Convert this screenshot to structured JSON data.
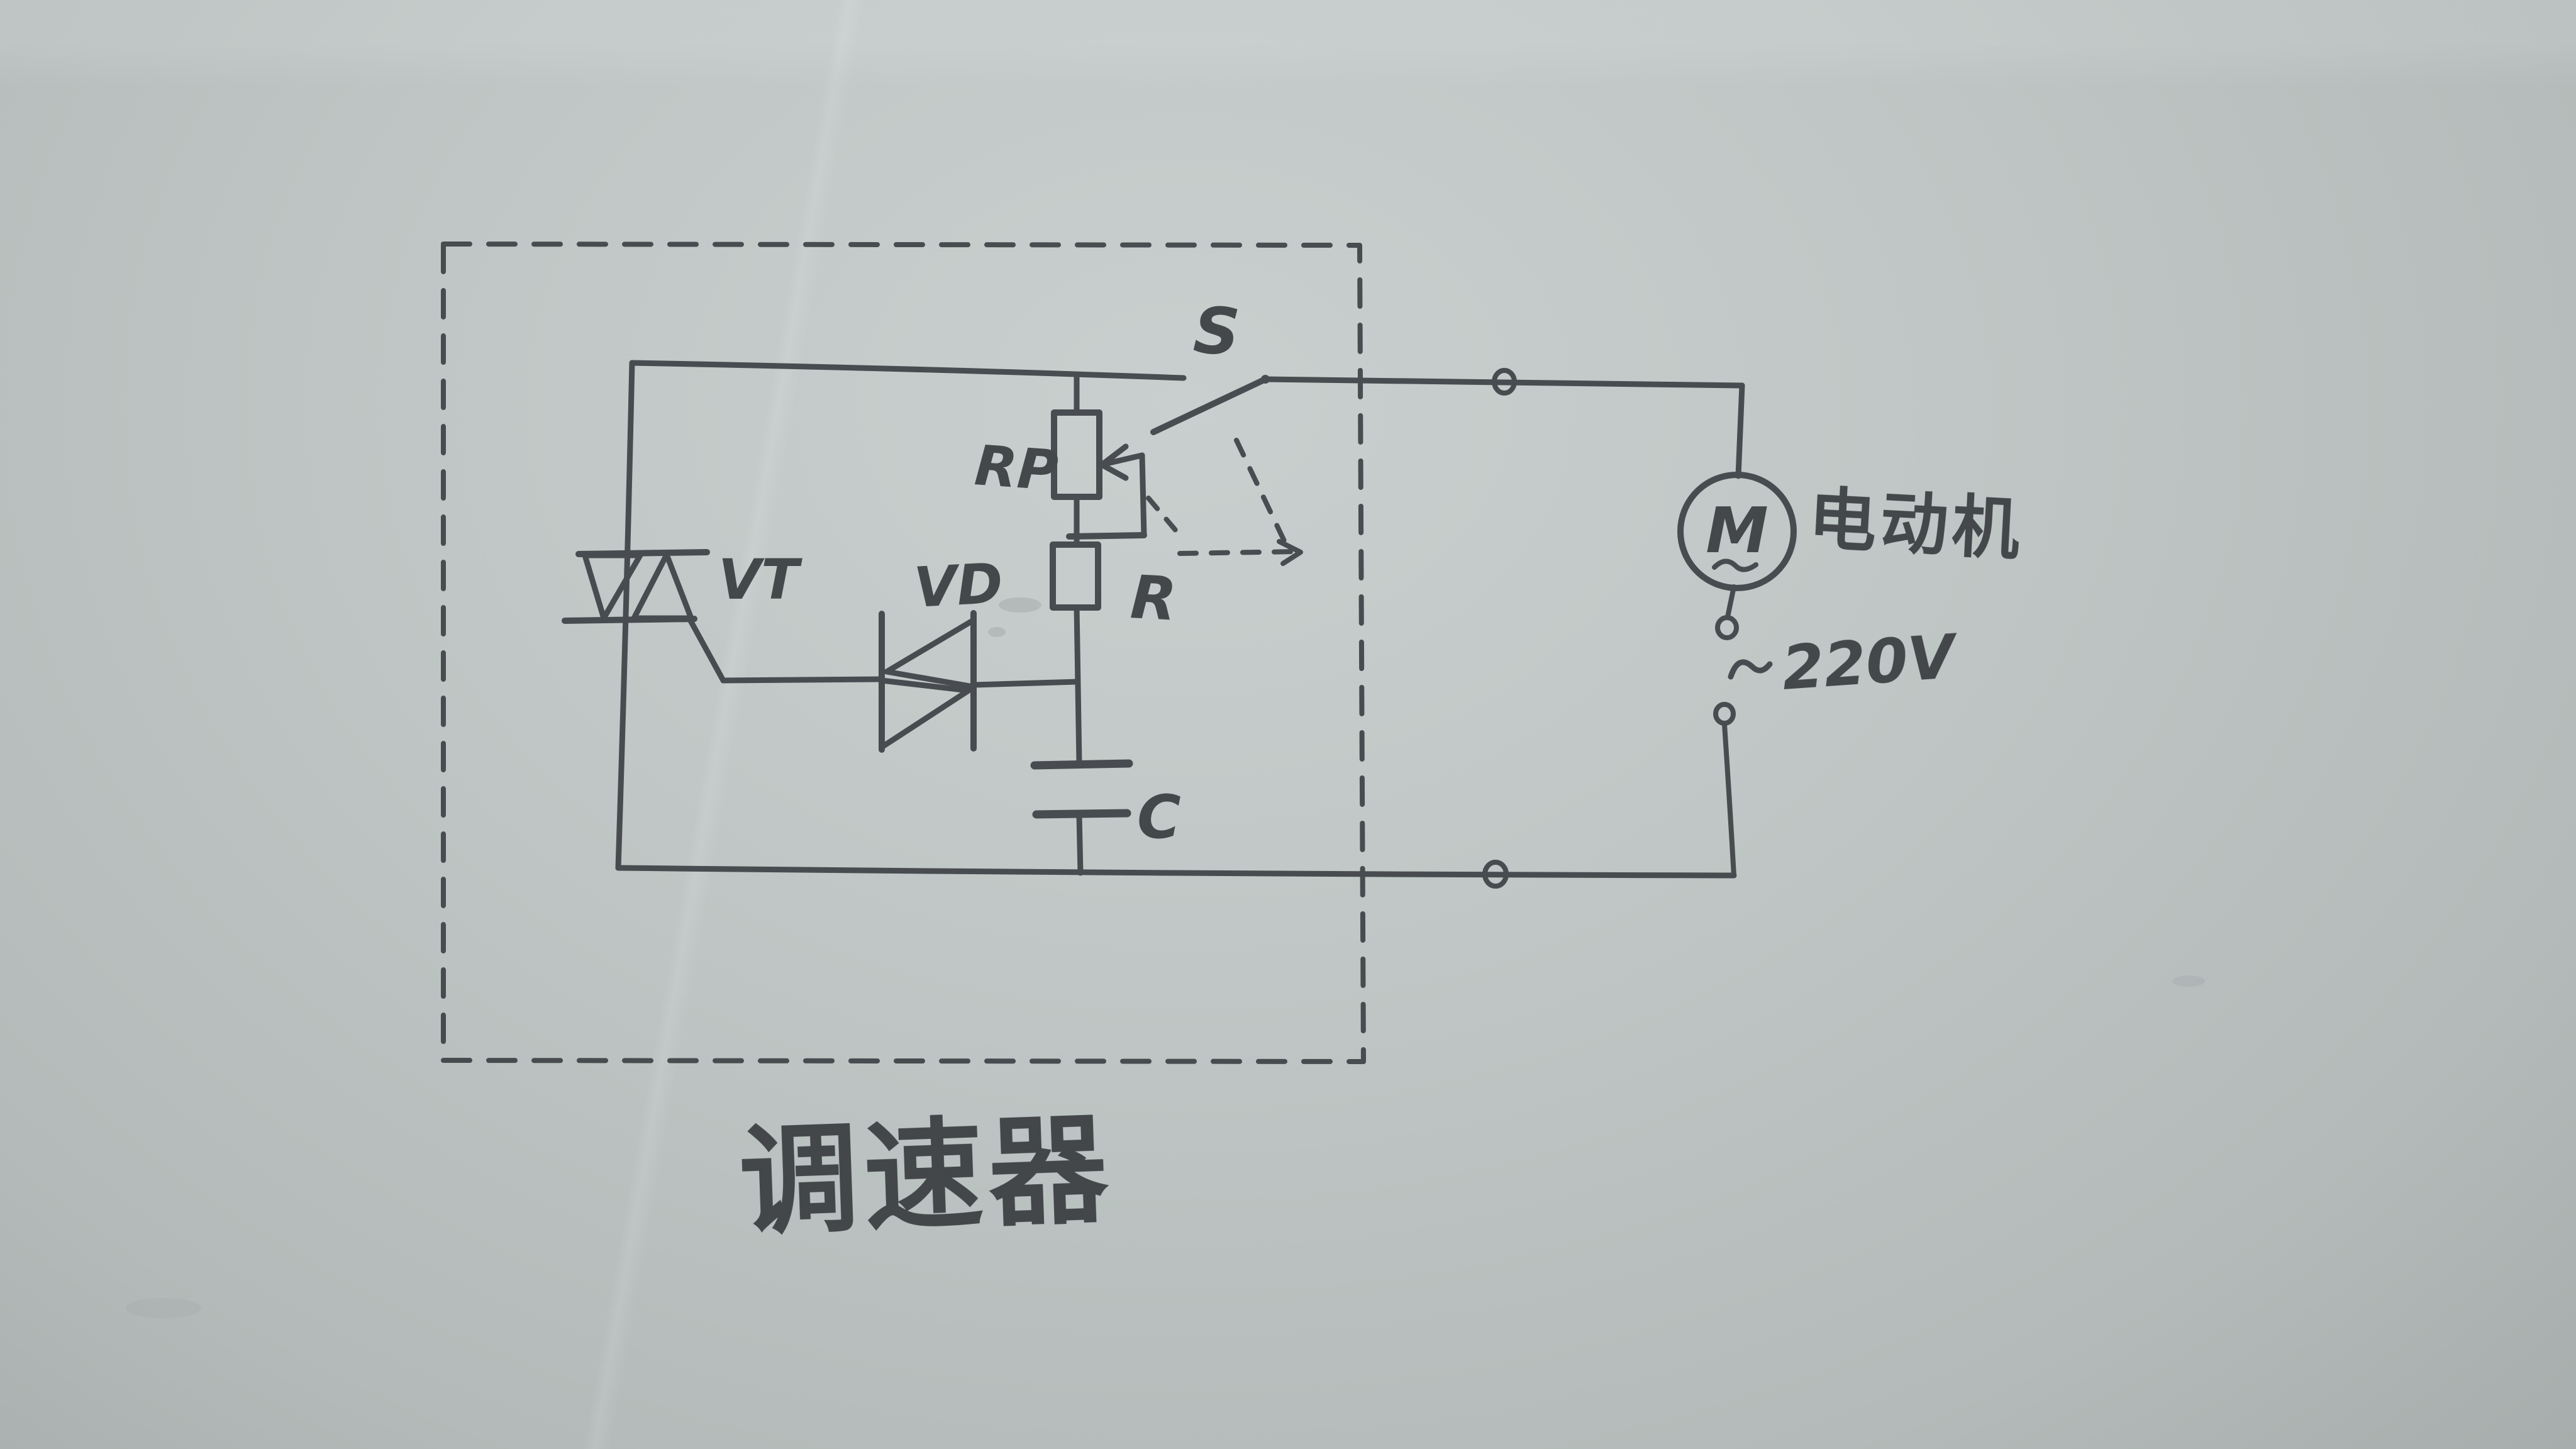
{
  "diagram": {
    "type": "hand-drawn-circuit-schematic",
    "paper_color": "#bcc3c2",
    "ink_color": "#3e4145",
    "enclosure": {
      "style": "dashed-box",
      "caption": "调速器"
    },
    "labels": {
      "switch": "S",
      "potentiometer": "RP",
      "resistor": "R",
      "capacitor": "C",
      "diac": "VD",
      "triac": "VT",
      "motor_symbol": "M",
      "motor_ac_mark": "~",
      "motor_name": "电动机",
      "supply_ac_mark": "~",
      "supply_voltage": "220V"
    }
  }
}
